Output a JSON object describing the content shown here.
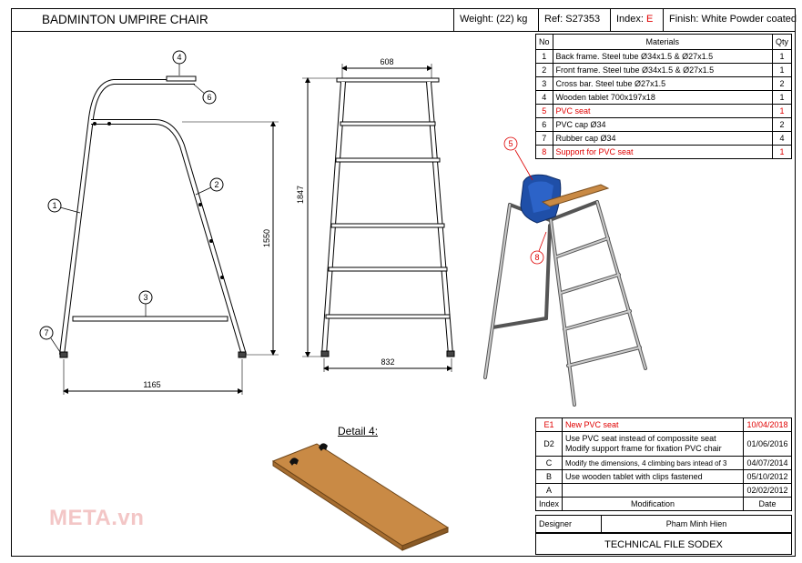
{
  "header": {
    "title": "BADMINTON UMPIRE CHAIR",
    "weight": "Weight:  (22) kg",
    "ref": "Ref: S27353",
    "index_label": "Index: ",
    "index_value": "E",
    "finish": "Finish: White Powder coated"
  },
  "materials": {
    "col_no": "No",
    "col_materials": "Materials",
    "col_qty": "Qty",
    "rows": [
      {
        "no": "1",
        "name": "Back frame. Steel tube Ø34x1.5 & Ø27x1.5",
        "qty": "1"
      },
      {
        "no": "2",
        "name": "Front frame. Steel tube Ø34x1.5 & Ø27x1.5",
        "qty": "1"
      },
      {
        "no": "3",
        "name": "Cross bar. Steel tube Ø27x1.5",
        "qty": "2"
      },
      {
        "no": "4",
        "name": "Wooden tablet 700x197x18",
        "qty": "1"
      },
      {
        "no": "5",
        "name": "PVC seat",
        "qty": "1"
      },
      {
        "no": "6",
        "name": "PVC cap Ø34",
        "qty": "2"
      },
      {
        "no": "7",
        "name": "Rubber cap Ø34",
        "qty": "4"
      },
      {
        "no": "8",
        "name": "Support for PVC seat",
        "qty": "1"
      }
    ]
  },
  "revisions": {
    "rows": [
      {
        "index": "E1",
        "text": "New PVC seat",
        "date": "10/04/2018"
      },
      {
        "index": "D2",
        "text": "Use PVC seat instead of compossite seat\nModify support frame for fixation PVC chair",
        "date": "01/06/2016"
      },
      {
        "index": "C",
        "text": "Modify the dimensions, 4 climbing bars intead of 3",
        "date": "04/07/2014"
      },
      {
        "index": "B",
        "text": "Use wooden tablet with clips fastened",
        "date": "05/10/2012"
      },
      {
        "index": "A",
        "text": "",
        "date": "02/02/2012"
      }
    ],
    "col_index": "Index",
    "col_mod": "Modification",
    "col_date": "Date",
    "designer_label": "Designer",
    "designer_name": "Pham Minh Hien",
    "footer": "TECHNICAL FILE SODEX"
  },
  "drawing": {
    "side_view": {
      "callouts": [
        "1",
        "2",
        "3",
        "4",
        "6",
        "7"
      ],
      "dim_height": "1550",
      "dim_width": "1165"
    },
    "front_view": {
      "dim_top": "608",
      "dim_height": "1847",
      "dim_bottom": "832"
    },
    "iso_view": {
      "callouts": [
        "5",
        "8"
      ]
    },
    "detail_label": "Detail 4:"
  },
  "watermark": "META.vn",
  "colors": {
    "red": "#e00000",
    "seat_blue": "#1f4fa8",
    "wood": "#c98a45"
  }
}
